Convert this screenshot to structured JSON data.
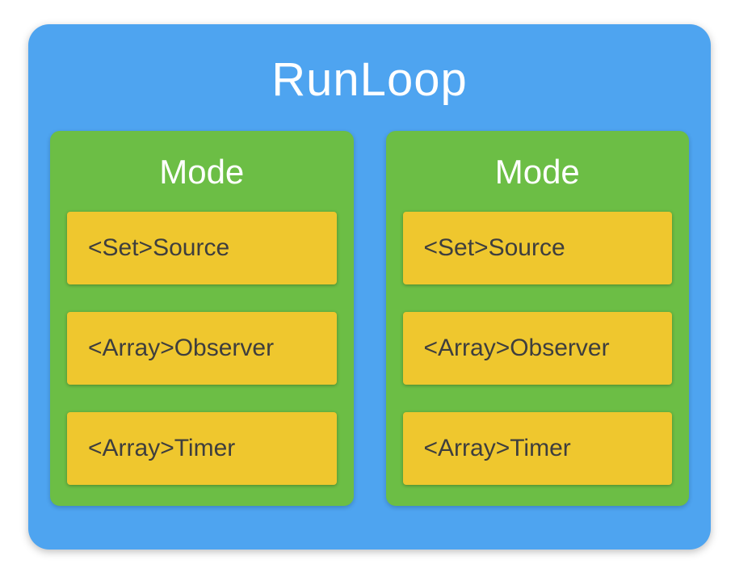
{
  "diagram": {
    "title": "RunLoop",
    "modes": [
      {
        "title": "Mode",
        "items": [
          "<Set>Source",
          "<Array>Observer",
          "<Array>Timer"
        ]
      },
      {
        "title": "Mode",
        "items": [
          "<Set>Source",
          "<Array>Observer",
          "<Array>Timer"
        ]
      }
    ],
    "colors": {
      "runloop_bg": "#4EA4F0",
      "mode_bg": "#6CBE45",
      "item_bg": "#EFC72E",
      "title_text": "#FFFFFF",
      "item_text": "#3E3E3E"
    }
  }
}
